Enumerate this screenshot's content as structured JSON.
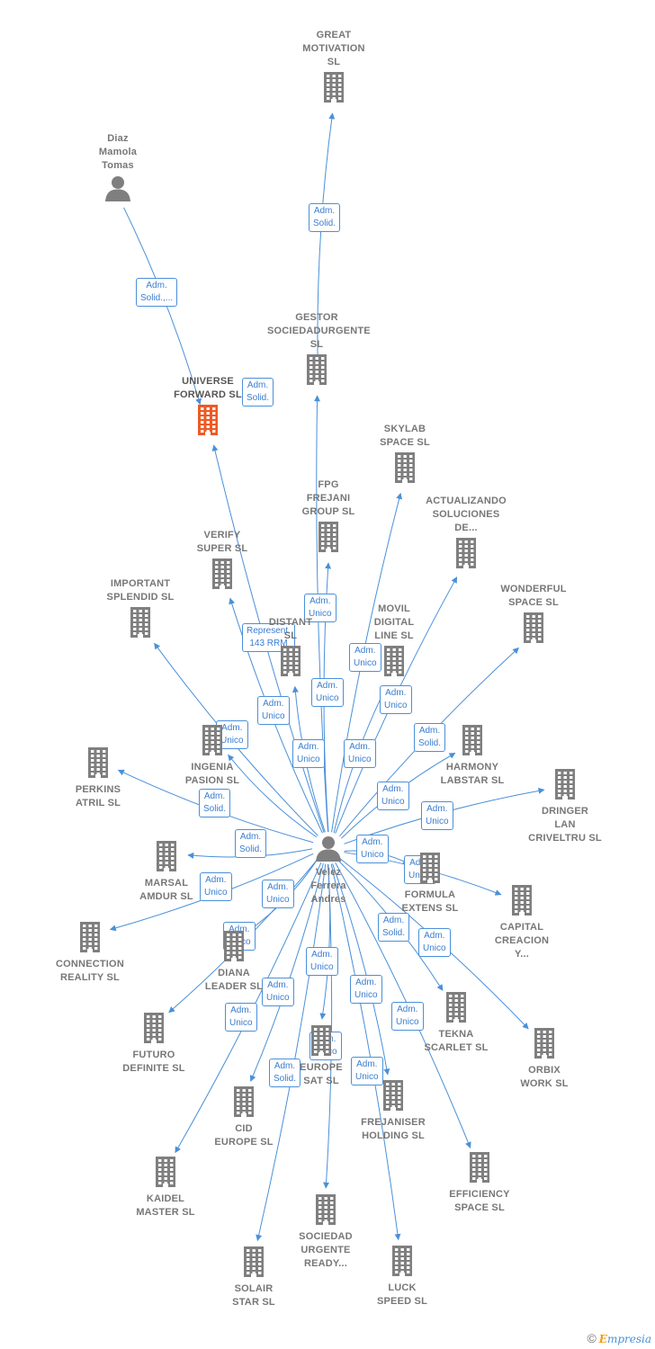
{
  "colors": {
    "edge": "#4a90d9",
    "node_icon": "#7f7f7f",
    "highlight_icon": "#ee5a24",
    "label": "#777777"
  },
  "footer": {
    "copyright": "©",
    "brand_first": "E",
    "brand_rest": "mpresia"
  },
  "nodes": [
    {
      "id": "great-motivation",
      "label": "GREAT\nMOTIVATION\nSL",
      "kind": "company",
      "icon": "building-icon"
    },
    {
      "id": "diaz-mamola",
      "label": "Diaz\nMamola\nTomas",
      "kind": "person",
      "icon": "person-icon"
    },
    {
      "id": "gestor",
      "label": "GESTOR\nSOCIEDADURGENTE SL",
      "kind": "company",
      "icon": "building-icon"
    },
    {
      "id": "universe-forward",
      "label": "UNIVERSE\nFORWARD  SL",
      "kind": "company",
      "highlight": true,
      "icon": "building-icon"
    },
    {
      "id": "skylab",
      "label": "SKYLAB\nSPACE  SL",
      "kind": "company",
      "icon": "building-icon"
    },
    {
      "id": "fpg-frejani",
      "label": "FPG\nFREJANI\nGROUP  SL",
      "kind": "company",
      "icon": "building-icon"
    },
    {
      "id": "actualizando",
      "label": "ACTUALIZANDO\nSOLUCIONES\nDE...",
      "kind": "company",
      "icon": "building-icon"
    },
    {
      "id": "verify-super",
      "label": "VERIFY\nSUPER  SL",
      "kind": "company",
      "icon": "building-icon"
    },
    {
      "id": "important-splendid",
      "label": "IMPORTANT\nSPLENDID  SL",
      "kind": "company",
      "icon": "building-icon"
    },
    {
      "id": "wonderful-space",
      "label": "WONDERFUL\nSPACE  SL",
      "kind": "company",
      "icon": "building-icon"
    },
    {
      "id": "distant",
      "label": "DISTANT\nSL",
      "kind": "company",
      "icon": "building-icon"
    },
    {
      "id": "movil-digital",
      "label": "MOVIL\nDIGITAL\nLINE SL",
      "kind": "company",
      "icon": "building-icon"
    },
    {
      "id": "ingenia-pasion",
      "label": "INGENIA\nPASION  SL",
      "kind": "company",
      "icon": "building-icon"
    },
    {
      "id": "harmony-labstar",
      "label": "HARMONY\nLABSTAR SL",
      "kind": "company",
      "icon": "building-icon"
    },
    {
      "id": "perkins-atril",
      "label": "PERKINS\nATRIL  SL",
      "kind": "company",
      "icon": "building-icon"
    },
    {
      "id": "dringer-lan",
      "label": "DRINGER\nLAN\nCRIVELTRU SL",
      "kind": "company",
      "icon": "building-icon"
    },
    {
      "id": "velez-ferrera",
      "label": "Velez\nFerrera\nAndres",
      "kind": "person",
      "icon": "person-icon"
    },
    {
      "id": "marsal-amdur",
      "label": "MARSAL\nAMDUR  SL",
      "kind": "company",
      "icon": "building-icon"
    },
    {
      "id": "formula-extens",
      "label": "FORMULA\nEXTENS  SL",
      "kind": "company",
      "icon": "building-icon"
    },
    {
      "id": "capital-creacion",
      "label": "CAPITAL\nCREACION\nY...",
      "kind": "company",
      "icon": "building-icon"
    },
    {
      "id": "connection-reality",
      "label": "CONNECTION\nREALITY  SL",
      "kind": "company",
      "icon": "building-icon"
    },
    {
      "id": "diana-leader",
      "label": "DIANA\nLEADER  SL",
      "kind": "company",
      "icon": "building-icon"
    },
    {
      "id": "tekna-scarlet",
      "label": "TEKNA\nSCARLET  SL",
      "kind": "company",
      "icon": "building-icon"
    },
    {
      "id": "orbix-work",
      "label": "ORBIX\nWORK  SL",
      "kind": "company",
      "icon": "building-icon"
    },
    {
      "id": "futuro-definite",
      "label": "FUTURO\nDEFINITE  SL",
      "kind": "company",
      "icon": "building-icon"
    },
    {
      "id": "europe-sat",
      "label": "EUROPE\nSAT  SL",
      "kind": "company",
      "icon": "building-icon"
    },
    {
      "id": "cid-europe",
      "label": "CID\nEUROPE  SL",
      "kind": "company",
      "icon": "building-icon"
    },
    {
      "id": "frejaniser",
      "label": "FREJANISER\nHOLDING  SL",
      "kind": "company",
      "icon": "building-icon"
    },
    {
      "id": "efficiency-space",
      "label": "EFFICIENCY\nSPACE SL",
      "kind": "company",
      "icon": "building-icon"
    },
    {
      "id": "kaidel-master",
      "label": "KAIDEL\nMASTER  SL",
      "kind": "company",
      "icon": "building-icon"
    },
    {
      "id": "sociedad-urgente",
      "label": "SOCIEDAD\nURGENTE\nREADY...",
      "kind": "company",
      "icon": "building-icon"
    },
    {
      "id": "solair-star",
      "label": "SOLAIR\nSTAR  SL",
      "kind": "company",
      "icon": "building-icon"
    },
    {
      "id": "luck-speed",
      "label": "LUCK\nSPEED  SL",
      "kind": "company",
      "icon": "building-icon"
    }
  ],
  "edges": [
    {
      "from": "gestor",
      "to": "great-motivation",
      "label": "Adm.\nSolid."
    },
    {
      "from": "diaz-mamola",
      "to": "universe-forward",
      "label": "Adm.\nSolid.,..."
    },
    {
      "from": "velez-ferrera",
      "to": "universe-forward",
      "label": "Represent.\n143 RRM"
    },
    {
      "from": "velez-ferrera",
      "to": "gestor",
      "label": "Adm.\nSolid."
    },
    {
      "from": "velez-ferrera",
      "to": "skylab",
      "label": "Adm.\nUnico"
    },
    {
      "from": "velez-ferrera",
      "to": "fpg-frejani",
      "label": "Adm.\nUnico"
    },
    {
      "from": "velez-ferrera",
      "to": "actualizando",
      "label": "Adm.\nUnico"
    },
    {
      "from": "velez-ferrera",
      "to": "verify-super",
      "label": "Adm.\nUnico"
    },
    {
      "from": "velez-ferrera",
      "to": "important-splendid",
      "label": "Adm.\nUnico"
    },
    {
      "from": "velez-ferrera",
      "to": "wonderful-space",
      "label": "Adm.\nSolid."
    },
    {
      "from": "velez-ferrera",
      "to": "distant",
      "label": "Adm.\nUnico"
    },
    {
      "from": "velez-ferrera",
      "to": "movil-digital",
      "label": "Adm.\nUnico"
    },
    {
      "from": "velez-ferrera",
      "to": "ingenia-pasion",
      "label": "Adm.\nUnico"
    },
    {
      "from": "velez-ferrera",
      "to": "harmony-labstar",
      "label": "Adm.\nUnico"
    },
    {
      "from": "velez-ferrera",
      "to": "perkins-atril",
      "label": "Adm.\nSolid."
    },
    {
      "from": "velez-ferrera",
      "to": "dringer-lan",
      "label": "Adm.\nUnico"
    },
    {
      "from": "velez-ferrera",
      "to": "marsal-amdur",
      "label": "Adm.\nSolid."
    },
    {
      "from": "velez-ferrera",
      "to": "formula-extens",
      "label": "Adm.\nUnico"
    },
    {
      "from": "velez-ferrera",
      "to": "capital-creacion",
      "label": "Adm.\nUnico"
    },
    {
      "from": "velez-ferrera",
      "to": "connection-reality",
      "label": "Adm.\nUnico"
    },
    {
      "from": "velez-ferrera",
      "to": "diana-leader",
      "label": "Adm.\nUnico"
    },
    {
      "from": "velez-ferrera",
      "to": "tekna-scarlet",
      "label": "Adm.\nSolid."
    },
    {
      "from": "velez-ferrera",
      "to": "orbix-work",
      "label": "Adm.\nUnico"
    },
    {
      "from": "velez-ferrera",
      "to": "futuro-definite",
      "label": "Adm.\nUnico"
    },
    {
      "from": "velez-ferrera",
      "to": "europe-sat",
      "label": "Adm.\nUnico"
    },
    {
      "from": "velez-ferrera",
      "to": "cid-europe",
      "label": "Adm.\nUnico"
    },
    {
      "from": "velez-ferrera",
      "to": "frejaniser",
      "label": "Adm.\nUnico"
    },
    {
      "from": "velez-ferrera",
      "to": "efficiency-space",
      "label": "Adm.\nUnico"
    },
    {
      "from": "velez-ferrera",
      "to": "kaidel-master",
      "label": "Adm.\nUnico"
    },
    {
      "from": "velez-ferrera",
      "to": "sociedad-urgente",
      "label": "Adm.\nUnico"
    },
    {
      "from": "velez-ferrera",
      "to": "solair-star",
      "label": "Adm.\nSolid."
    },
    {
      "from": "velez-ferrera",
      "to": "luck-speed",
      "label": "Adm.\nUnico"
    }
  ]
}
